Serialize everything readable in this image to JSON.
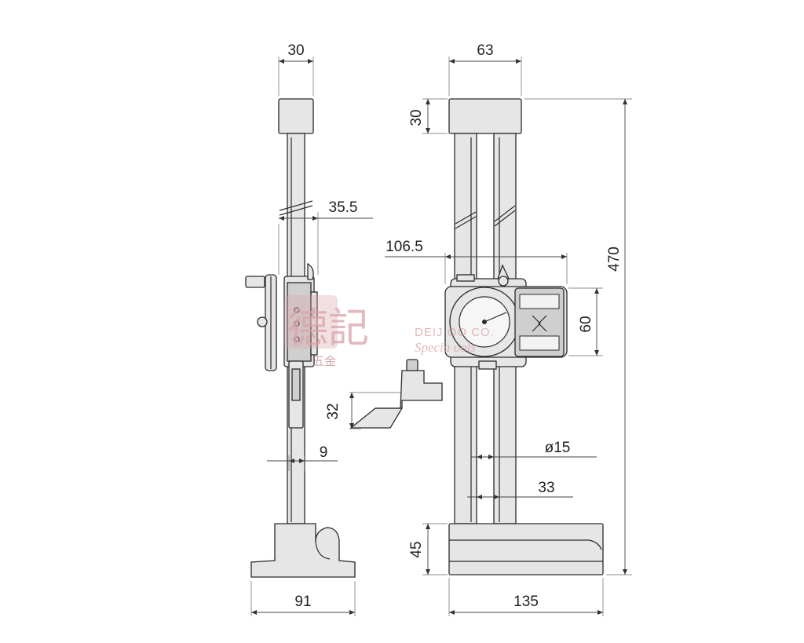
{
  "side_view": {
    "dim_top_width": "30",
    "dim_clamp_width": "35.5",
    "dim_scriber_height": "32",
    "dim_scriber_thickness": "9",
    "dim_base_width": "91"
  },
  "front_view": {
    "dim_top_width": "63",
    "dim_top_height": "30",
    "dim_slider_width": "106.5",
    "dim_slider_height": "60",
    "dim_total_height": "470",
    "dim_column_diameter": "ø15",
    "dim_column_spacing": "33",
    "dim_base_height": "45",
    "dim_base_width": "135"
  },
  "watermark": {
    "chinese": "德記",
    "chinese_small": "五金",
    "english_line1": "DEIJ    OO         CO.",
    "english_line2": "Specia           ools"
  }
}
